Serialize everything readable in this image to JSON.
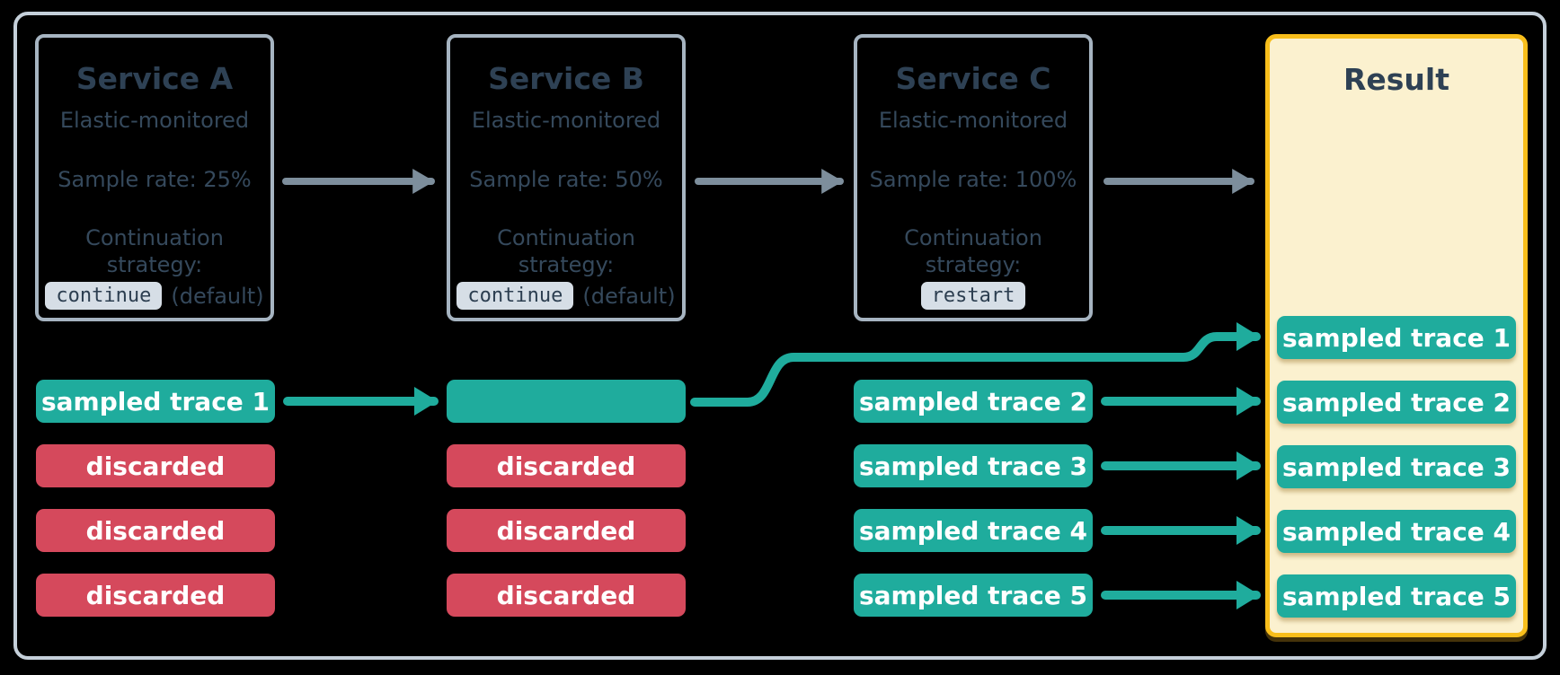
{
  "services": [
    {
      "name": "Service A",
      "monitored": "Elastic-monitored",
      "sample_rate": "Sample rate: 25%",
      "strategy_label": "Continuation strategy:",
      "strategy_value": "continue",
      "strategy_note": "(default)"
    },
    {
      "name": "Service B",
      "monitored": "Elastic-monitored",
      "sample_rate": "Sample rate: 50%",
      "strategy_label": "Continuation strategy:",
      "strategy_value": "continue",
      "strategy_note": "(default)"
    },
    {
      "name": "Service C",
      "monitored": "Elastic-monitored",
      "sample_rate": "Sample rate: 100%",
      "strategy_label": "Continuation strategy:",
      "strategy_value": "restart",
      "strategy_note": ""
    }
  ],
  "lanes": {
    "service_a": [
      {
        "label": "sampled trace 1",
        "type": "sampled"
      },
      {
        "label": "discarded",
        "type": "discarded"
      },
      {
        "label": "discarded",
        "type": "discarded"
      },
      {
        "label": "discarded",
        "type": "discarded"
      }
    ],
    "service_b": [
      {
        "label": "",
        "type": "sampled"
      },
      {
        "label": "discarded",
        "type": "discarded"
      },
      {
        "label": "discarded",
        "type": "discarded"
      },
      {
        "label": "discarded",
        "type": "discarded"
      }
    ],
    "service_c": [
      {
        "label": "sampled trace 2",
        "type": "sampled"
      },
      {
        "label": "sampled trace 3",
        "type": "sampled"
      },
      {
        "label": "sampled trace 4",
        "type": "sampled"
      },
      {
        "label": "sampled trace 5",
        "type": "sampled"
      }
    ]
  },
  "result": {
    "title": "Result",
    "pills": [
      {
        "label": "sampled trace 1",
        "type": "sampled"
      },
      {
        "label": "sampled trace 2",
        "type": "sampled"
      },
      {
        "label": "sampled trace 3",
        "type": "sampled"
      },
      {
        "label": "sampled trace 4",
        "type": "sampled"
      },
      {
        "label": "sampled trace 5",
        "type": "sampled"
      }
    ]
  },
  "colors": {
    "background": "#000000",
    "frame_border": "#C5D0DA",
    "service_border": "#A6B4C1",
    "text_dark": "#2E4154",
    "text_body": "#35495C",
    "sampled_teal": "#1FAC9D",
    "discarded_red": "#D5495C",
    "result_bg": "#FBF1CF",
    "result_border": "#F8BE1B",
    "arrow_gray": "#7D8E9C",
    "code_pill_bg": "#D6DEE6",
    "pill_text": "#FFFFFF"
  }
}
